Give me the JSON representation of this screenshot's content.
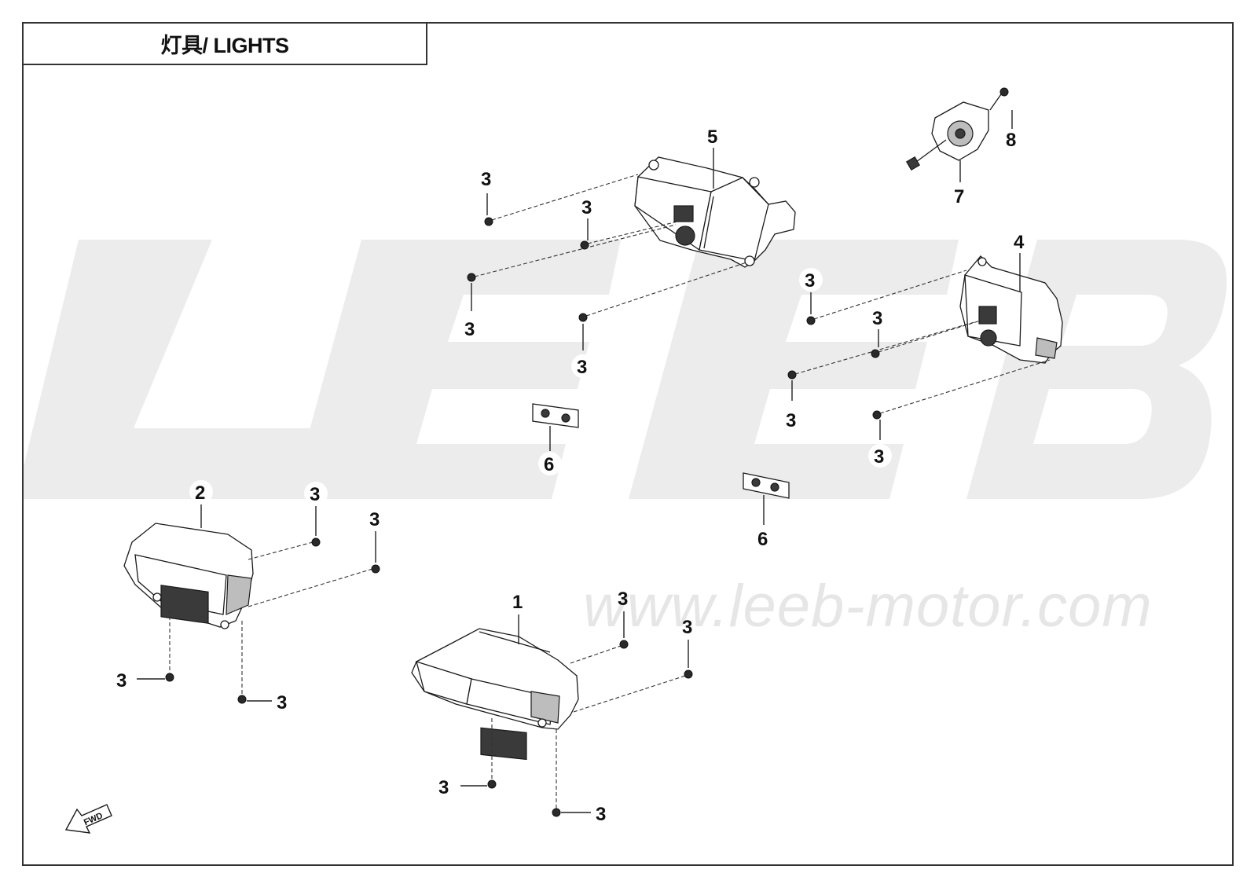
{
  "title": "灯具/ LIGHTS",
  "watermark": {
    "brand": "LEEB",
    "url": "www.leeb-motor.com"
  },
  "direction_tag": "FWD",
  "callouts": {
    "part_1": "1",
    "part_2": "2",
    "part_3": "3",
    "part_4": "4",
    "part_5": "5",
    "part_6": "6",
    "part_7": "7",
    "part_8": "8"
  },
  "colors": {
    "line": "#1a1a1a",
    "watermark": "#e6e6e6",
    "background": "#ffffff"
  }
}
